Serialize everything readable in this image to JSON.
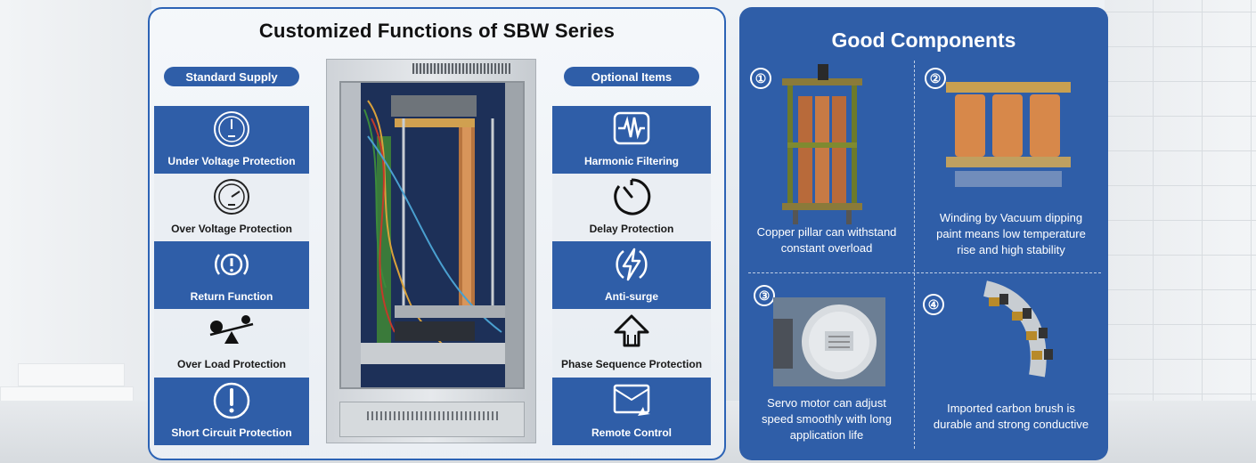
{
  "left_panel": {
    "title": "Customized Functions of SBW Series",
    "standard_label": "Standard Supply",
    "optional_label": "Optional Items",
    "standard_items": [
      {
        "label": "Under Voltage Protection",
        "icon": "gauge-low-icon"
      },
      {
        "label": "Over Voltage Protection",
        "icon": "gauge-high-icon"
      },
      {
        "label": "Return Function",
        "icon": "alert-signal-icon"
      },
      {
        "label": "Over Load Protection",
        "icon": "seesaw-icon"
      },
      {
        "label": "Short Circuit Protection",
        "icon": "exclamation-circle-icon"
      }
    ],
    "optional_items": [
      {
        "label": "Harmonic Filtering",
        "icon": "waveform-icon"
      },
      {
        "label": "Delay Protection",
        "icon": "timer-icon"
      },
      {
        "label": "Anti-surge",
        "icon": "lightning-icon"
      },
      {
        "label": "Phase Sequence Protection",
        "icon": "up-arrow-icon"
      },
      {
        "label": "Remote Control",
        "icon": "remote-window-icon"
      }
    ]
  },
  "right_panel": {
    "title": "Good Components",
    "components": [
      {
        "number": "①",
        "text_lines": [
          "Copper pillar can withstand",
          "constant overload"
        ]
      },
      {
        "number": "②",
        "text_lines": [
          "Winding by Vacuum dipping",
          "paint means low temperature",
          "rise and high stability"
        ]
      },
      {
        "number": "③",
        "text_lines": [
          "Servo motor can adjust",
          "speed smoothly with long",
          "application life"
        ]
      },
      {
        "number": "④",
        "text_lines": [
          "Imported carbon brush is",
          "durable and strong conductive"
        ]
      }
    ]
  },
  "colors": {
    "brand_blue": "#2f5ea8",
    "panel_border": "#2c63b5"
  }
}
